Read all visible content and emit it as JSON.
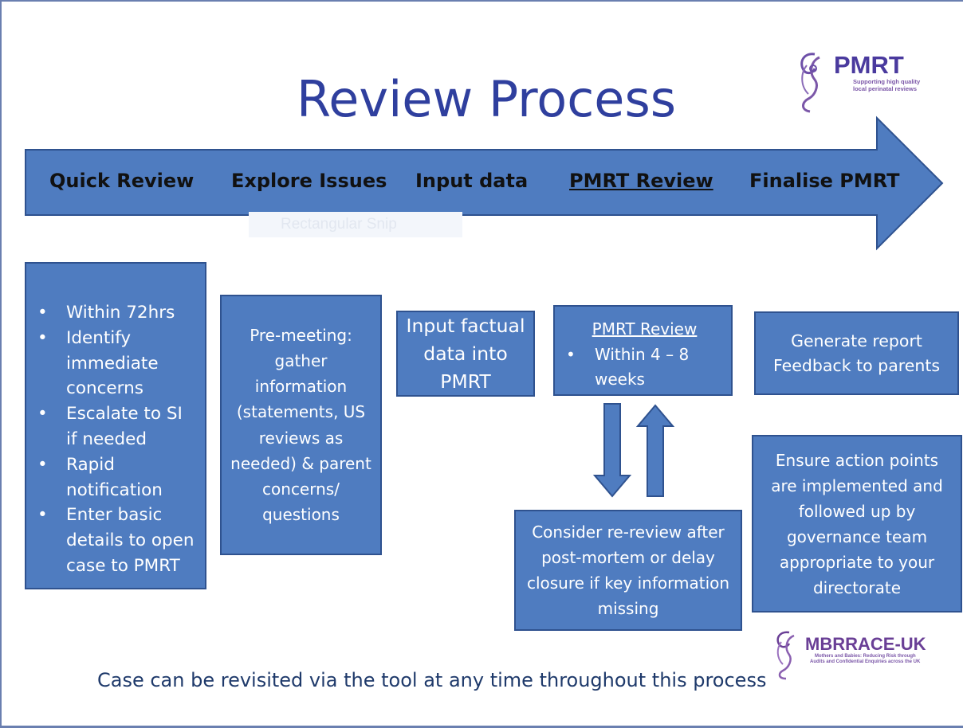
{
  "title": "Review Process",
  "stages": [
    "Quick Review",
    "Explore Issues",
    "Input data",
    "PMRT Review",
    "Finalise PMRT"
  ],
  "ghost_label": "Rectangular Snip",
  "quick_review_box": {
    "items": [
      "Within 72hrs",
      "Identify immediate concerns",
      "Escalate to SI if needed",
      "Rapid notification",
      "Enter basic details to open case to PMRT"
    ]
  },
  "explore_box": {
    "text": "Pre-meeting: gather information (statements, US reviews as needed) & parent concerns/ questions"
  },
  "input_box": {
    "text": "Input factual data into PMRT"
  },
  "pmrt_box": {
    "heading": "PMRT Review",
    "item": "Within 4 – 8 weeks"
  },
  "rereview_box": {
    "text": "Consider re-review after post-mortem or delay closure if key information missing"
  },
  "generate_box": {
    "line1": "Generate report",
    "line2": "Feedback to parents"
  },
  "ensure_box": {
    "text": "Ensure action points are implemented and followed up by governance team appropriate to your directorate"
  },
  "footer": "Case can be revisited via the tool at any time throughout this process",
  "logos": {
    "pmrt_name": "PMRT",
    "pmrt_tagline_1": "Supporting high quality",
    "pmrt_tagline_2": "local perinatal reviews",
    "mbrrace_name": "MBRRACE-UK",
    "mbrrace_tagline_1": "Mothers and Babies: Reducing Risk through",
    "mbrrace_tagline_2": "Audits and Confidential Enquiries across the UK"
  },
  "colors": {
    "box_fill": "#4f7cc0",
    "box_border": "#2f528f",
    "title": "#2f3f9e",
    "logo": "#6a3f96"
  }
}
